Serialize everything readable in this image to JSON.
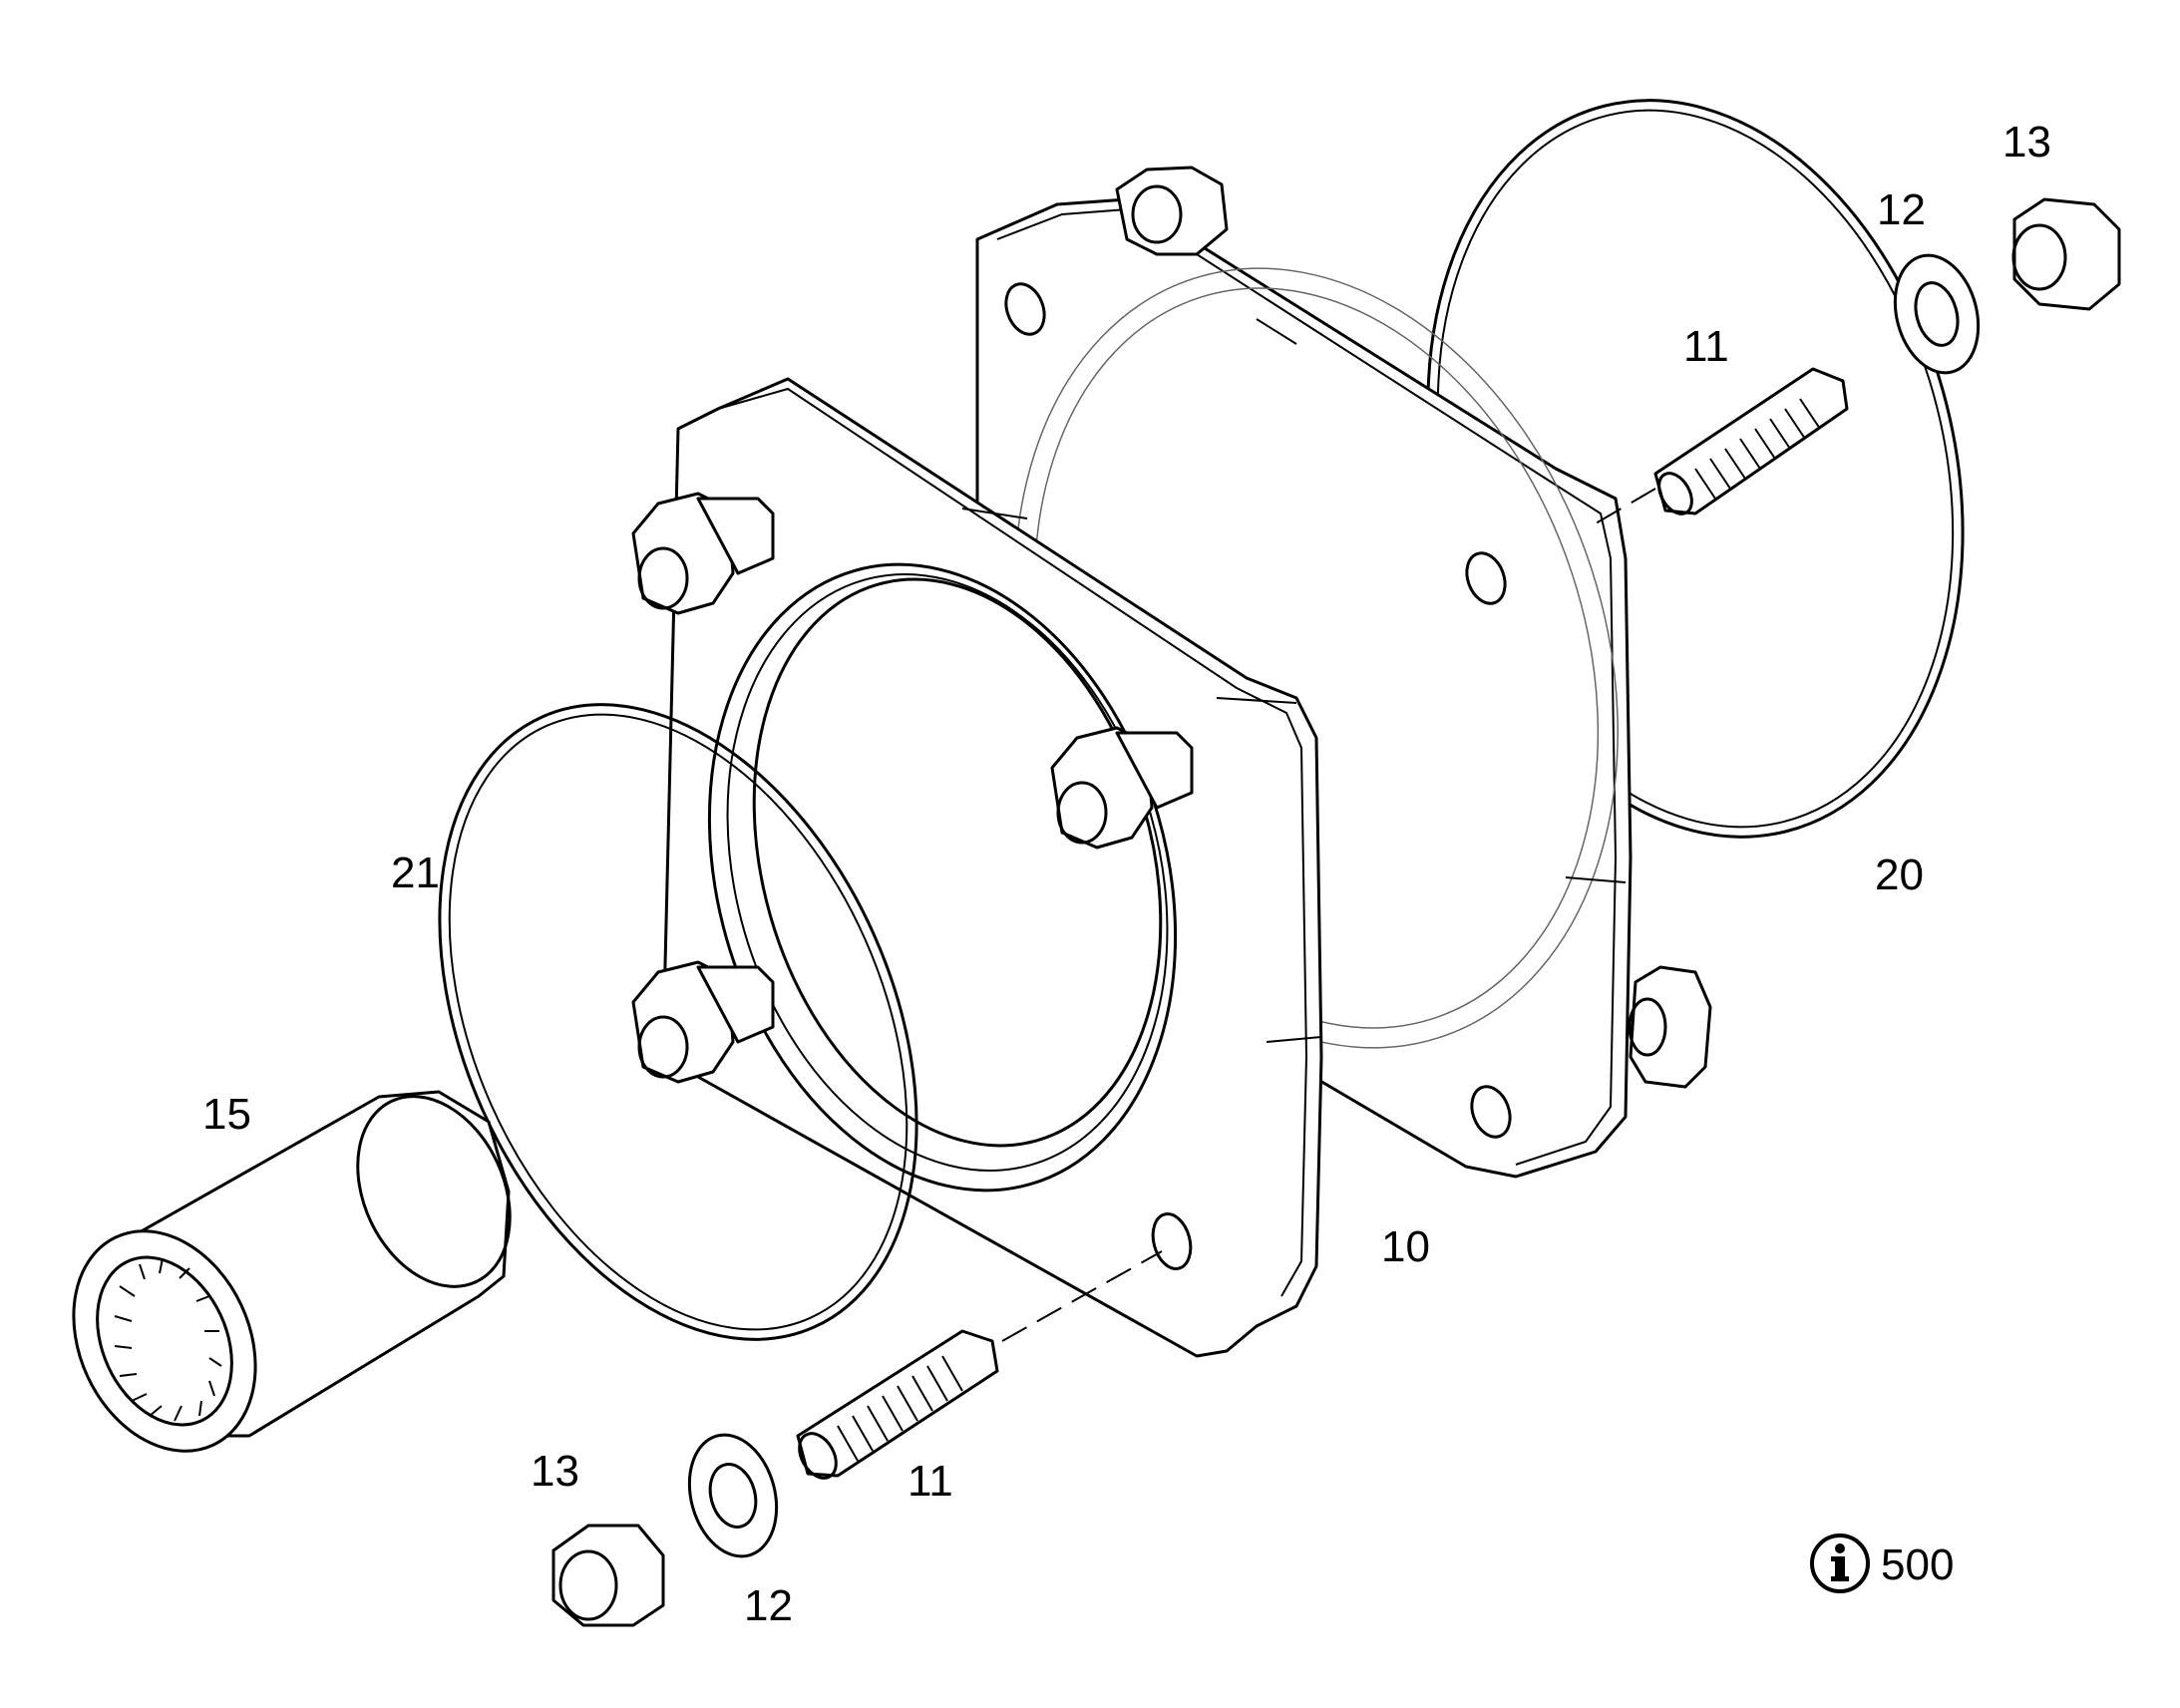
{
  "callouts": {
    "c10": "10",
    "c11_top": "11",
    "c11_bottom": "11",
    "c12_top": "12",
    "c12_bottom": "12",
    "c13_top": "13",
    "c13_bottom": "13",
    "c15": "15",
    "c20": "20",
    "c21": "21"
  },
  "info_badge": {
    "icon": "info-icon",
    "value": "500"
  }
}
